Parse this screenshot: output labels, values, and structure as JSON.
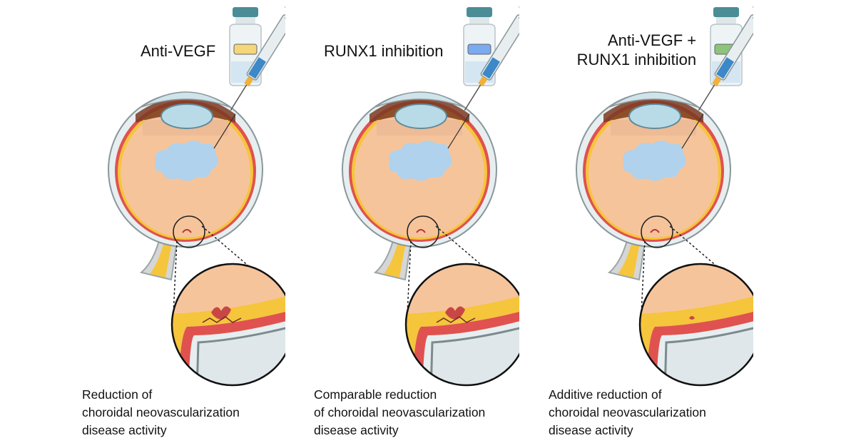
{
  "panels": [
    {
      "id": "anti-vegf",
      "label_lines": [
        "Anti-VEGF"
      ],
      "vial_label_color": "#f5d77a",
      "lesion": "partial",
      "caption_lines": [
        "Reduction of",
        "choroidal neovascularization",
        "disease activity"
      ]
    },
    {
      "id": "runx1",
      "label_lines": [
        "RUNX1 inhibition"
      ],
      "vial_label_color": "#7aaaf0",
      "lesion": "partial",
      "caption_lines": [
        "Comparable reduction",
        "of choroidal neovascularization",
        "disease activity"
      ]
    },
    {
      "id": "combined",
      "label_lines": [
        "Anti-VEGF +",
        "RUNX1 inhibition"
      ],
      "vial_label_color": "#8cc47c",
      "lesion": "minimal",
      "caption_lines": [
        "Additive reduction of",
        "choroidal neovascularization",
        "disease activity"
      ]
    }
  ],
  "colors": {
    "vitreous": "#f6c49b",
    "retina_red": "#e0524f",
    "rpe_yellow": "#f5c53c",
    "sclera": "#e6eef0",
    "cornea": "#cfe4ea",
    "lens": "#b9dbe8",
    "iris": "#7a3a22",
    "drug_cloud": "#a8d4f5",
    "vial_cap": "#4a8d96",
    "syringe": "#e8eef0"
  }
}
